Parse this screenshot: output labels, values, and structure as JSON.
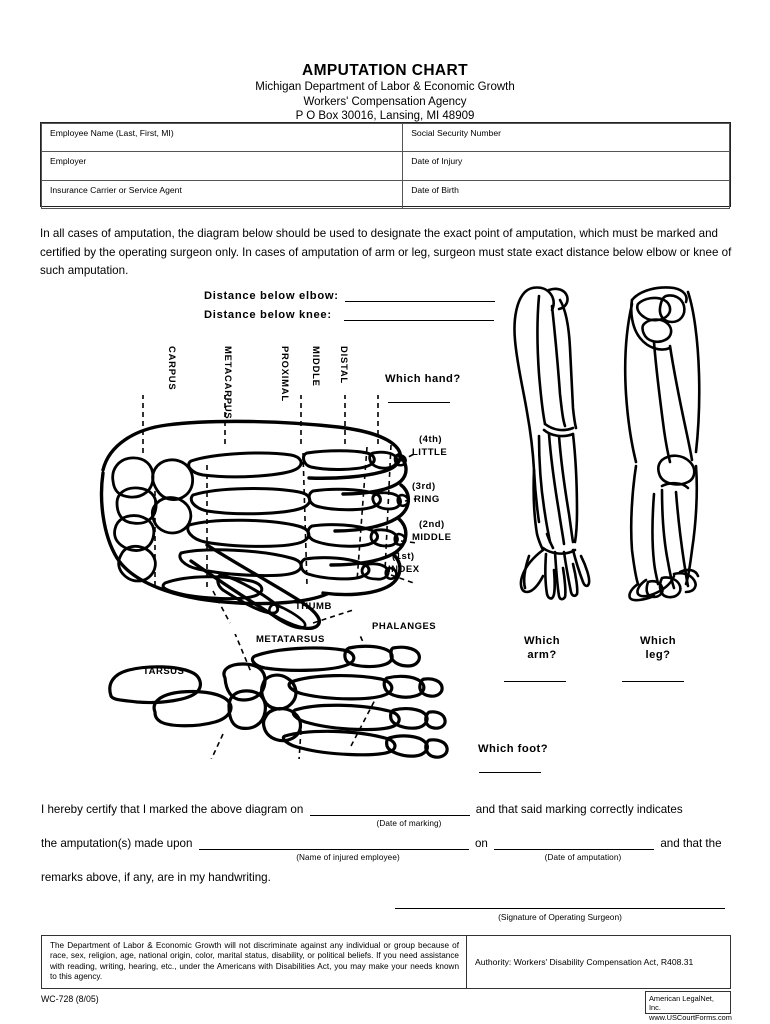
{
  "header": {
    "title": "AMPUTATION CHART",
    "line1": "Michigan Department of Labor & Economic Growth",
    "line2": "Workers' Compensation Agency",
    "line3": "P O Box 30016, Lansing, MI 48909"
  },
  "form_table": {
    "rows": [
      {
        "left": "Employee Name (Last, First, MI)",
        "right": "Social Security Number"
      },
      {
        "left": "Employer",
        "right": "Date of Injury"
      },
      {
        "left": "Insurance Carrier or Service Agent",
        "right": "Date of Birth"
      }
    ]
  },
  "instructions": "In all cases of amputation, the diagram below should be used to designate the exact point of amputation, which must be marked and certified by the operating surgeon only. In cases of amputation of arm or leg, surgeon must state exact distance below elbow or knee of such amputation.",
  "distances": {
    "elbow_label": "Distance below elbow:",
    "knee_label": "Distance below knee:"
  },
  "hand_diagram": {
    "bone_groups": [
      "CARPUS",
      "METACARPUS",
      "PROXIMAL",
      "MIDDLE",
      "DISTAL"
    ],
    "fingers": [
      {
        "ordinal": "(4th)",
        "name": "LITTLE"
      },
      {
        "ordinal": "(3rd)",
        "name": "RING"
      },
      {
        "ordinal": "(2nd)",
        "name": "MIDDLE"
      },
      {
        "ordinal": "(1st)",
        "name": "INDEX"
      }
    ],
    "thumb": "THUMB",
    "question": "Which hand?"
  },
  "foot_diagram": {
    "tarsus": "TARSUS",
    "metatarsus": "METATARSUS",
    "phalanges": "PHALANGES",
    "question": "Which foot?"
  },
  "arm_diagram": {
    "question_line1": "Which",
    "question_line2": "arm?"
  },
  "leg_diagram": {
    "question_line1": "Which",
    "question_line2": "leg?"
  },
  "certification": {
    "part1": "I hereby certify that I marked the above diagram on",
    "cap_date_marking": "(Date of marking)",
    "part2": "and that said marking correctly indicates",
    "part3": "the amputation(s) made upon",
    "cap_name_employee": "(Name of injured employee)",
    "part4": "on",
    "cap_date_amputation": "(Date of amputation)",
    "part5": "and that the",
    "part6": "remarks above, if any, are in my handwriting.",
    "signature_caption": "(Signature of Operating Surgeon)"
  },
  "footer": {
    "nondiscrimination": "The Department of Labor & Economic Growth will not discriminate against any individual or group because of race, sex, religion, age, national origin, color, marital status, disability, or political beliefs. If you need assistance with reading, writing, hearing, etc., under the Americans with Disabilities Act, you may make your needs known to this agency.",
    "authority": "Authority:  Workers' Disability Compensation Act, R408.31",
    "form_number": "WC-728 (8/05)",
    "vendor_line1": "American LegalNet, Inc.",
    "vendor_line2": "www.USCourtForms.com"
  },
  "colors": {
    "ink": "#000000",
    "rule": "#333333"
  }
}
